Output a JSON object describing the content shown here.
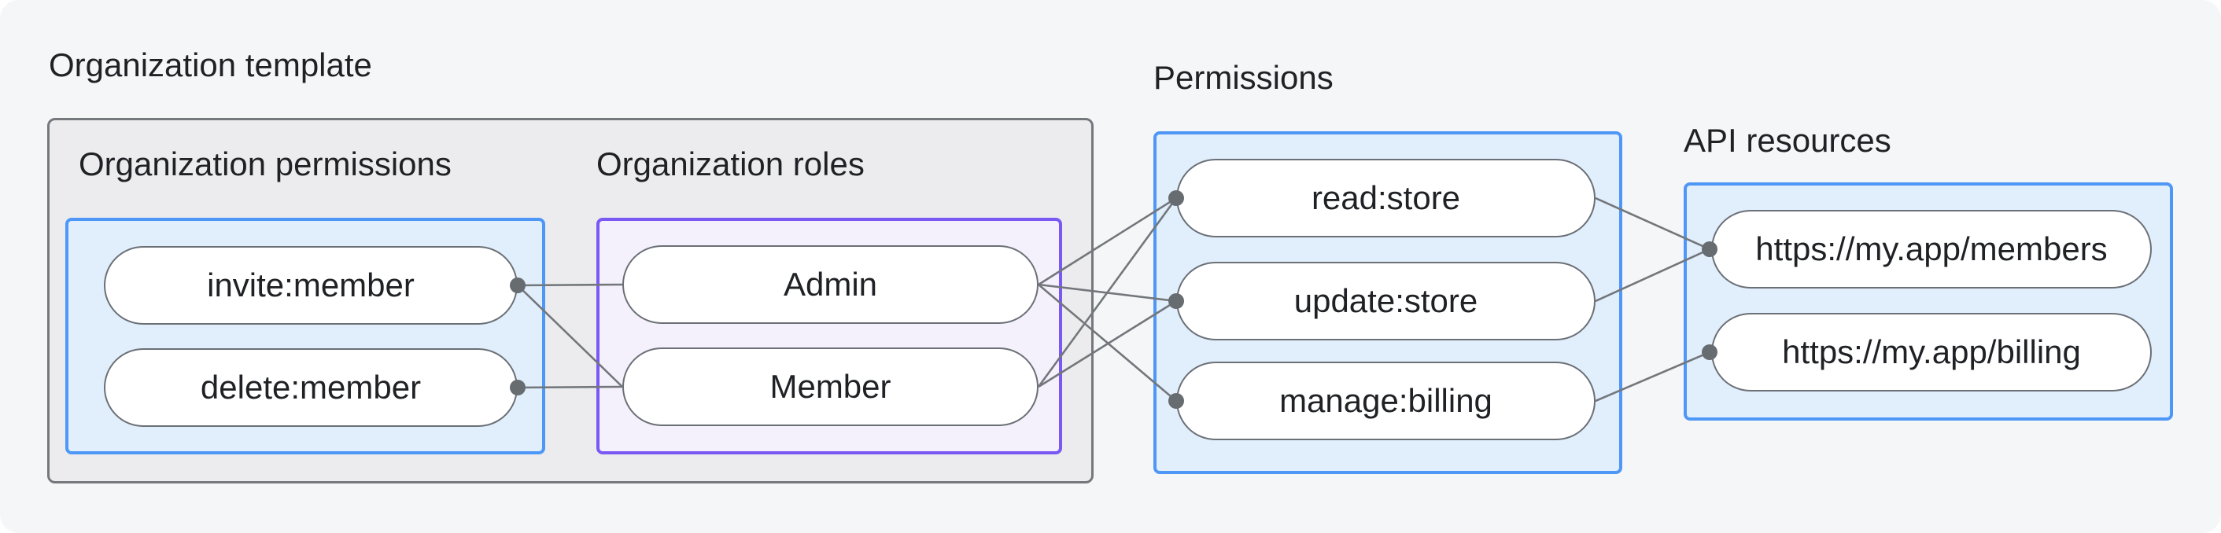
{
  "titles": {
    "organization_template": "Organization template",
    "organization_permissions": "Organization permissions",
    "organization_roles": "Organization roles",
    "permissions": "Permissions",
    "api_resources": "API resources"
  },
  "nodes": {
    "invite": {
      "label": "invite:member"
    },
    "delete": {
      "label": "delete:member"
    },
    "admin": {
      "label": "Admin"
    },
    "member": {
      "label": "Member"
    },
    "read": {
      "label": "read:store"
    },
    "update": {
      "label": "update:store"
    },
    "manage": {
      "label": "manage:billing"
    },
    "members_api": {
      "label": "https://my.app/members"
    },
    "billing_api": {
      "label": "https://my.app/billing"
    }
  },
  "edges": [
    {
      "from": "invite",
      "to": "admin"
    },
    {
      "from": "invite",
      "to": "member"
    },
    {
      "from": "delete",
      "to": "member"
    },
    {
      "from": "admin",
      "to": "read"
    },
    {
      "from": "admin",
      "to": "update"
    },
    {
      "from": "admin",
      "to": "manage"
    },
    {
      "from": "member",
      "to": "read"
    },
    {
      "from": "member",
      "to": "update"
    },
    {
      "from": "read",
      "to": "members_api"
    },
    {
      "from": "update",
      "to": "members_api"
    },
    {
      "from": "manage",
      "to": "billing_api"
    }
  ],
  "dots": [
    {
      "node": "invite",
      "side": "right"
    },
    {
      "node": "delete",
      "side": "right"
    },
    {
      "node": "read",
      "side": "left"
    },
    {
      "node": "update",
      "side": "left"
    },
    {
      "node": "manage",
      "side": "left"
    },
    {
      "node": "members_api",
      "side": "left"
    },
    {
      "node": "billing_api",
      "side": "left"
    }
  ],
  "colors": {
    "canvas_bg": "#f5f6f8",
    "gray_box_fill": "#ececee",
    "gray_box_border": "#75787c",
    "blue_box_fill": "#e1eefc",
    "blue_box_border": "#4f97f7",
    "purple_box_fill": "#f4f0fc",
    "purple_box_border": "#7a58f3",
    "node_fill": "#ffffff",
    "node_border": "#6b7076",
    "edge_line": "#73777b",
    "edge_dot": "#676c71",
    "text": "#1f2125"
  }
}
